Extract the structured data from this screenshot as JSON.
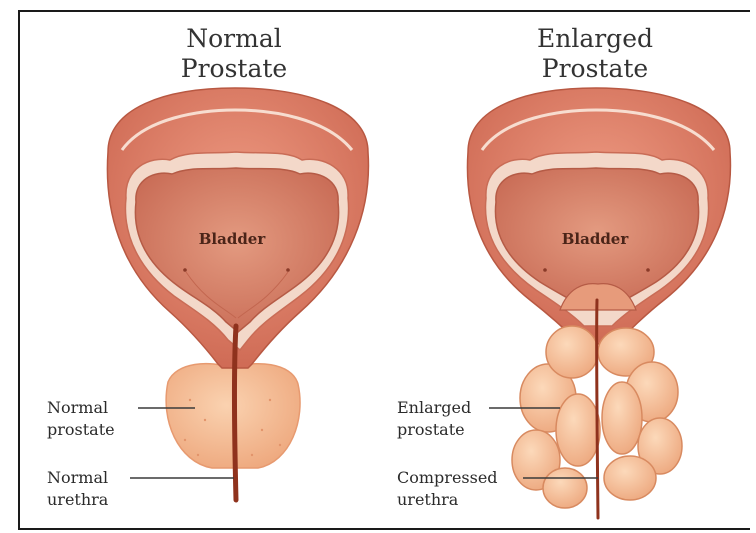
{
  "left_panel": {
    "title_line1": "Normal",
    "title_line2": "Prostate",
    "organ_label": "Bladder",
    "prostate_label_line1": "Normal",
    "prostate_label_line2": "prostate",
    "urethra_label_line1": "Normal",
    "urethra_label_line2": "urethra"
  },
  "right_panel": {
    "title_line1": "Enlarged",
    "title_line2": "Prostate",
    "organ_label": "Bladder",
    "prostate_label_line1": "Enlarged",
    "prostate_label_line2": "prostate",
    "urethra_label_line1": "Compressed",
    "urethra_label_line2": "urethra"
  },
  "colors": {
    "bladder_wall": "#e0826b",
    "bladder_wall_dark": "#c8634f",
    "bladder_lining": "#f3d7c8",
    "bladder_interior": "#d9836b",
    "prostate_normal": "#f4b98e",
    "prostate_enlarged": "#f6bd90",
    "urethra": "#9c3a22",
    "leader_line": "#3a3a3a"
  }
}
